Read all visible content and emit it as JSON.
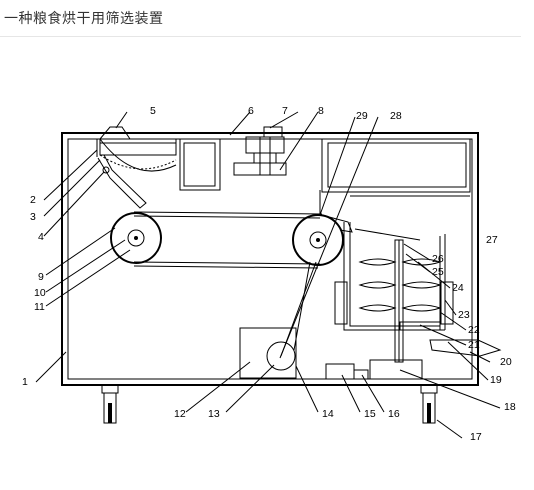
{
  "page": {
    "title": "一种粮食烘干用筛选装置"
  },
  "diagram": {
    "labels": {
      "l1": "1",
      "l2": "2",
      "l3": "3",
      "l4": "4",
      "l5": "5",
      "l6": "6",
      "l7": "7",
      "l8": "8",
      "l9": "9",
      "l10": "10",
      "l11": "11",
      "l12": "12",
      "l13": "13",
      "l14": "14",
      "l15": "15",
      "l16": "16",
      "l17": "17",
      "l18": "18",
      "l19": "19",
      "l20": "20",
      "l21": "21",
      "l22": "22",
      "l23": "23",
      "l24": "24",
      "l25": "25",
      "l26": "26",
      "l27": "27",
      "l28": "28",
      "l29": "29"
    }
  }
}
